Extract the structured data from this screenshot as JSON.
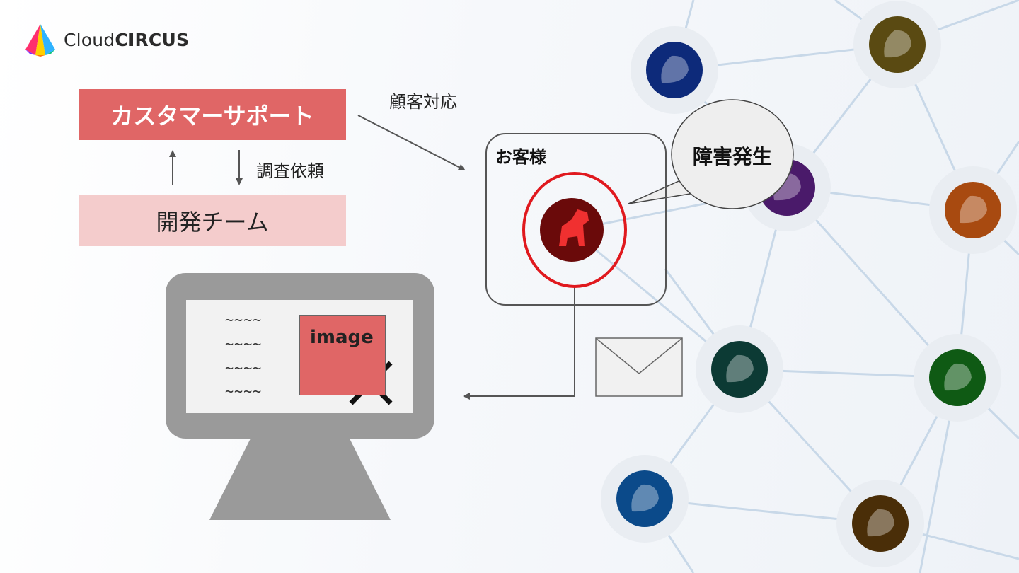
{
  "logo": {
    "text_prefix": "Cloud",
    "text_suffix": "CIRCUS"
  },
  "diagram": {
    "support_team": "カスタマーサポート",
    "dev_team": "開発チーム",
    "investigation_request": "調査依頼",
    "customer_response": "顧客対応",
    "customer": "お客様",
    "incident": "障害発生",
    "monitor_lines": [
      "~~~~",
      "~~~~",
      "~~~~",
      "~~~~"
    ],
    "image_label": "image"
  },
  "network": {
    "line_color": "#c8d8e8",
    "node_ring_color": "#e9edf2",
    "icons": [
      {
        "name": "monkey-icon",
        "color": "#0d2a7a"
      },
      {
        "name": "swan-icon",
        "color": "#5a4a12"
      },
      {
        "name": "purple-animal-icon",
        "color": "#4a1a6a"
      },
      {
        "name": "red-panda-icon",
        "color": "#a84a10"
      },
      {
        "name": "dog-icon",
        "color": "#6a0a0a"
      },
      {
        "name": "goat-icon",
        "color": "#0c3a34"
      },
      {
        "name": "turtle-icon",
        "color": "#0f5a14"
      },
      {
        "name": "dolphin-icon",
        "color": "#0b4a8a"
      },
      {
        "name": "squirrel-icon",
        "color": "#4a2e08"
      }
    ]
  },
  "colors": {
    "support": "#e06666",
    "dev": "#f4cccc",
    "highlight": "#e0191e",
    "monitor": "#9a9a9a"
  }
}
